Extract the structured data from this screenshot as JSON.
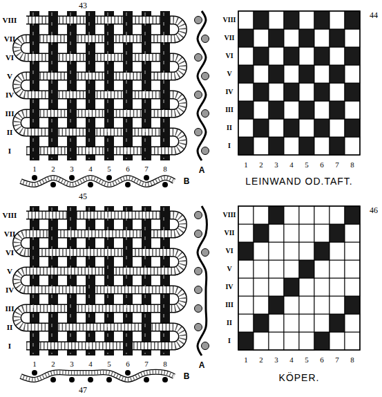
{
  "diagram": {
    "labels": [
      "43",
      "44",
      "I",
      "II",
      "III",
      "IV",
      "V",
      "VI",
      "VII",
      "VIII",
      "1",
      "2",
      "3",
      "4",
      "5",
      "6",
      "7",
      "8",
      "A",
      "B",
      "I",
      "II",
      "III",
      "IV",
      "V",
      "VI",
      "VII",
      "VIII",
      "1",
      "2",
      "3",
      "4",
      "5",
      "6",
      "7",
      "8",
      "LEINWAND OD.TAFT.",
      "45",
      "46",
      "I",
      "II",
      "III",
      "IV",
      "V",
      "VI",
      "VII",
      "VIII",
      "1",
      "2",
      "3",
      "4",
      "5",
      "6",
      "7",
      "8",
      "A",
      "B",
      "47",
      "I",
      "II",
      "III",
      "IV",
      "V",
      "VI",
      "VII",
      "VIII",
      "1",
      "2",
      "3",
      "4",
      "5",
      "6",
      "7",
      "8",
      "KÖPER."
    ]
  }
}
